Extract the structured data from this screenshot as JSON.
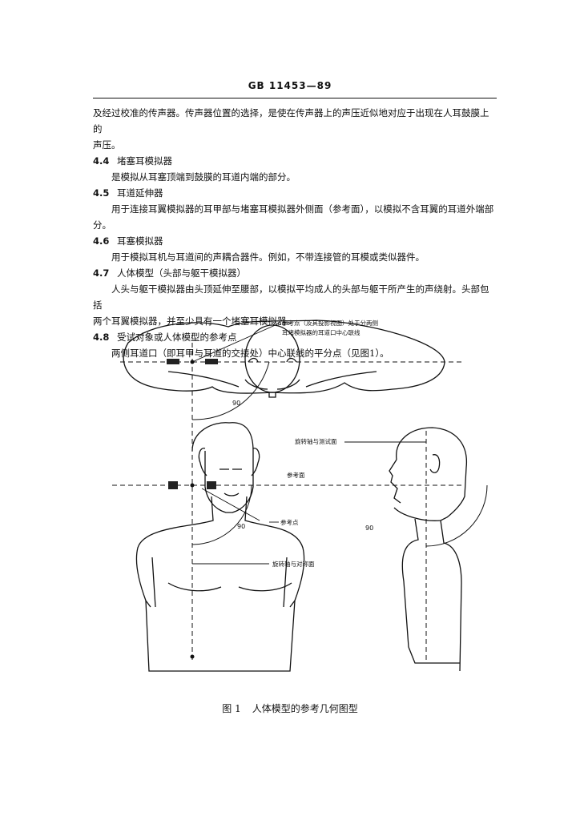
{
  "header": {
    "code": "GB 11453—89"
  },
  "body": {
    "p_cont_line1": "及经过校准的传声器。传声器位置的选择，是使在传声器上的声压近似地对应于出现在人耳鼓膜上的",
    "p_cont_line2": "声压。",
    "s44": {
      "num": "4.4",
      "title": "堵塞耳模拟器",
      "text": "是模拟从耳塞顶端到鼓膜的耳道内端的部分。"
    },
    "s45": {
      "num": "4.5",
      "title": "耳道延伸器",
      "text_line1": "用于连接耳翼模拟器的耳甲部与堵塞耳模拟器外侧面（参考面），以模拟不含耳翼的耳道外端部",
      "text_line2": "分。"
    },
    "s46": {
      "num": "4.6",
      "title": "耳塞模拟器",
      "text": "用于模拟耳机与耳道间的声耦合器件。例如，不带连接管的耳模或类似器件。"
    },
    "s47": {
      "num": "4.7",
      "title": "人体模型（头部与躯干模拟器）",
      "text_line1": "人头与躯干模拟器由头顶延伸至腰部，以模拟平均成人的头部与躯干所产生的声绕射。头部包括",
      "text_line2": "两个耳翼模拟器，并至少具有一个堵塞耳模拟器。"
    },
    "s48": {
      "num": "4.8",
      "title": "受试对象或人体模型的参考点",
      "text": "两侧耳道口（即耳甲与耳道的交接处）中心联线的平分点（见图1）。"
    }
  },
  "figure": {
    "label_ref_point_line1": "参考点（及其投影视图）处于分两侧",
    "label_ref_point_line2": "耳堵模拟器的耳道口中心联线",
    "label_rotation_plane": "旋转轴与测试面",
    "label_ref_plane": "参考面",
    "label_ref_point": "参考点",
    "label_rotation_axis": "旋转轴与对称面",
    "angle_top": "90",
    "angle_front": "90",
    "angle_side": "90"
  },
  "caption": {
    "number": "图 1",
    "text": "人体模型的参考几何图型"
  }
}
